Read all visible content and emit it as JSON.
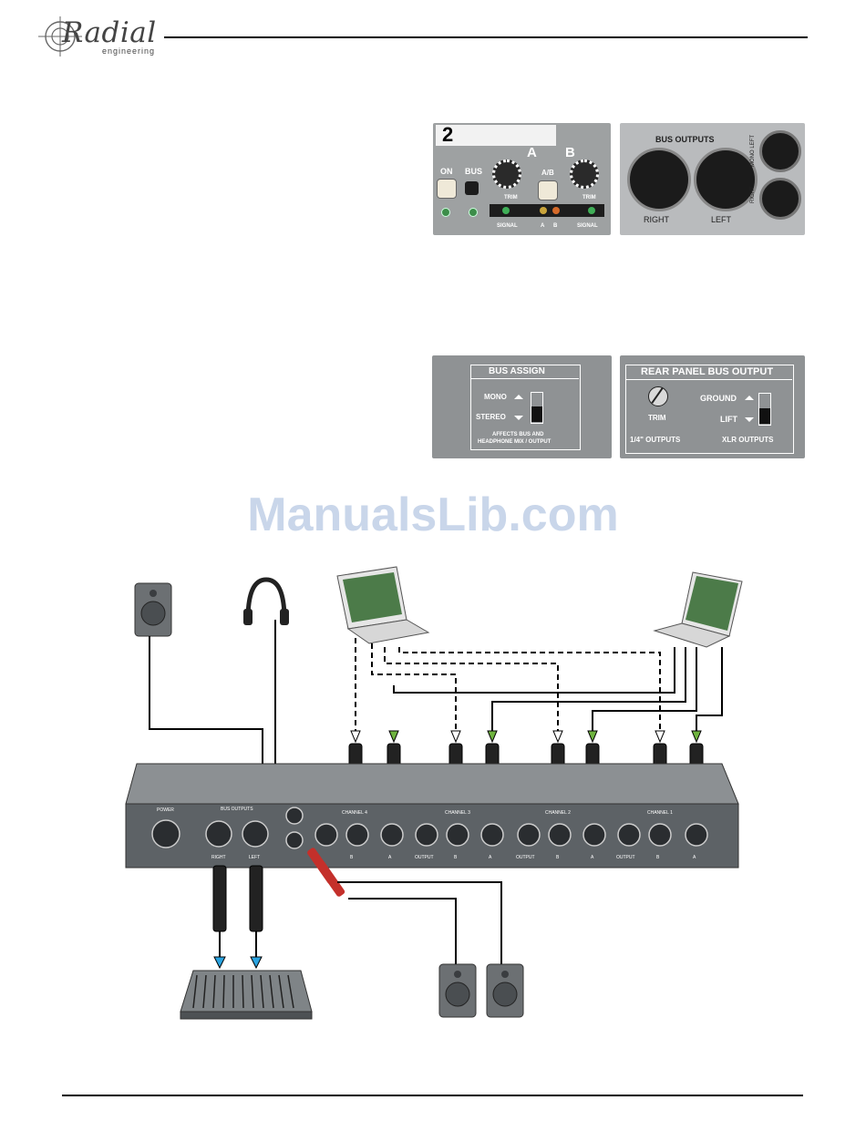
{
  "header": {
    "logo_name": "Radial",
    "logo_sub": "engineering"
  },
  "front_panel": {
    "channel_number": "2",
    "label_on": "ON",
    "label_bus": "BUS",
    "label_a": "A",
    "label_b": "B",
    "label_ab": "A/B",
    "label_trim_left": "TRIM",
    "label_trim_right": "TRIM",
    "label_signal_left": "SIGNAL",
    "label_a_small": "A",
    "label_b_small": "B",
    "label_signal_right": "SIGNAL"
  },
  "rear_bus_panel": {
    "title": "BUS OUTPUTS",
    "label_right": "RIGHT",
    "label_left": "LEFT",
    "label_mono_left": "MONO LEFT",
    "label_right_vert": "RIGHT"
  },
  "bus_assign_panel": {
    "title": "BUS ASSIGN",
    "label_mono": "MONO",
    "label_stereo": "STEREO",
    "note_line1": "AFFECTS BUS AND",
    "note_line2": "HEADPHONE MIX / OUTPUT"
  },
  "rear_bus_output_panel": {
    "title": "REAR PANEL BUS OUTPUT",
    "label_trim": "TRIM",
    "label_ground": "GROUND",
    "label_lift": "LIFT",
    "label_quarter_outputs": "1/4\" OUTPUTS",
    "label_xlr_outputs": "XLR OUTPUTS"
  },
  "watermark": "ManualsLib.com",
  "diagram": {
    "label_power": "POWER",
    "label_bus_outputs": "BUS OUTPUTS",
    "label_right": "RIGHT",
    "label_left": "LEFT",
    "channels": [
      "CHANNEL 4",
      "CHANNEL 3",
      "CHANNEL 2",
      "CHANNEL 1"
    ],
    "jack_labels": [
      "OUTPUT",
      "B",
      "A"
    ],
    "colors": {
      "send_arrow": "#ffffff",
      "return_arrow": "#6fb43f",
      "mixer_arrow": "#2aa3e0",
      "cable": "#000000",
      "chassis": "#5d6266"
    }
  }
}
